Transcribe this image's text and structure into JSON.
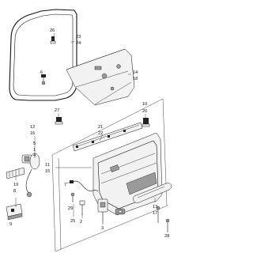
{
  "callouts": {
    "c26": "26",
    "c23": "23",
    "c24": "24",
    "c6": "6",
    "c14": "14",
    "c18": "18",
    "c12": "12",
    "c16": "16",
    "c27": "27",
    "c21": "21",
    "c22": "22",
    "c10": "10",
    "c20": "20",
    "c11": "11",
    "c15": "15",
    "c5": "5",
    "c1": "1",
    "c4": "4",
    "c19": "19",
    "c8": "8",
    "c7": "7",
    "c2": "2",
    "c25": "25",
    "c29": "29",
    "c3": "3",
    "c13": "13",
    "c17": "17",
    "c28": "28",
    "c9": "9"
  }
}
